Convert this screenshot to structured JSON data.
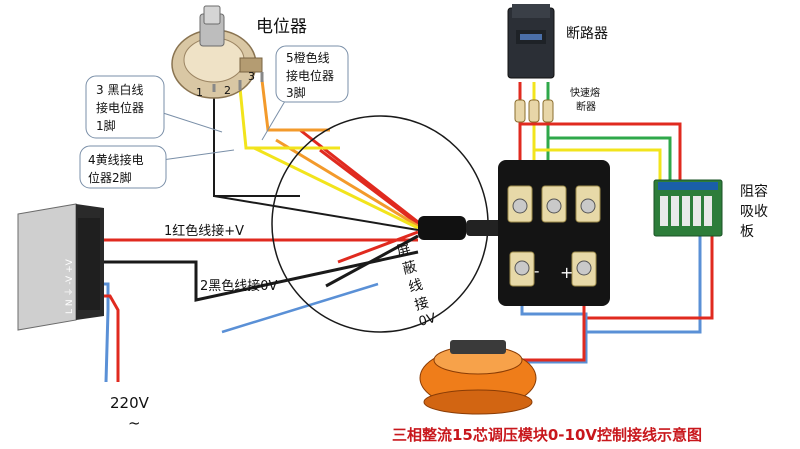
{
  "labels": {
    "potentiometer": "电位器",
    "breaker": "断路器",
    "fuse_line1": "快速熔",
    "fuse_line2": "断器",
    "snubber_l1": "阻容",
    "snubber_l2": "吸收",
    "snubber_l3": "板",
    "wire3_l1": "3 黑白线",
    "wire3_l2": "接电位器",
    "wire3_l3": "1脚",
    "wire5_l1": "5橙色线",
    "wire5_l2": "接电位器",
    "wire5_l3": "3脚",
    "wire4_l1": "4黄线接电",
    "wire4_l2": "位器2脚",
    "wire1": "1红色线接+V",
    "wire2": "2黑色线接0V",
    "shield_l1": "屏",
    "shield_l2": "蔽",
    "shield_l3": "线",
    "shield_l4": "接",
    "shield_l5": "0V",
    "pin1": "1",
    "pin2": "2",
    "pin3": "3",
    "minus": "-",
    "plus": "+",
    "psu_terms": "L N ⏚ -V +V",
    "voltage": "220V",
    "tilde": "~",
    "title": "三相整流15芯调压模块0-10V控制接线示意图"
  },
  "colors": {
    "red": "#e02a1f",
    "black": "#1a1a1a",
    "yellow": "#f2e41c",
    "orange": "#f39a2b",
    "green": "#2fa84a",
    "blue": "#5a90d6",
    "title": "#c8171c"
  }
}
